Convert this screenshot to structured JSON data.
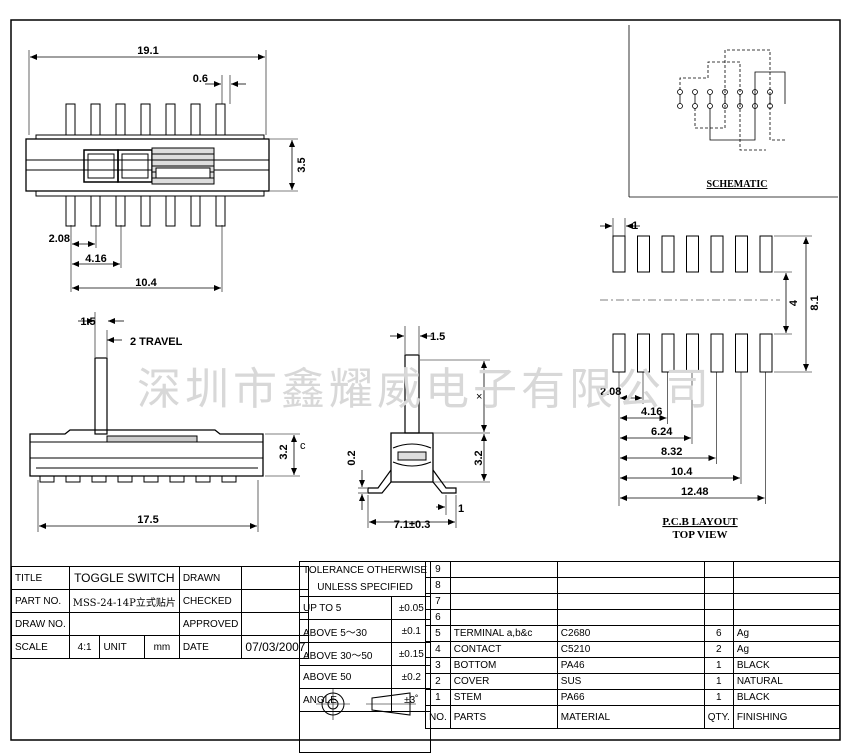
{
  "watermark": "深圳市鑫耀威电子有限公司",
  "dims": {
    "top_width": "19.1",
    "pin_width": "0.6",
    "height": "3.5",
    "pitch": "2.08",
    "pitch2": "4.16",
    "span": "10.4",
    "actuator": "1.5",
    "travel": "2 TRAVEL",
    "side_height": "3.2",
    "side_length": "17.5",
    "end_actuator": "1.5",
    "end_gap": "0.2",
    "end_height": "3.2",
    "end_foot": "1",
    "end_width": "7.1±0.3",
    "x_mark": "×",
    "dim_c": "c"
  },
  "schematic_label": "SCHEMATIC",
  "pcb": {
    "pad": "1",
    "row_gap": "4",
    "total": "8.1",
    "offsets": [
      "2.08",
      "4.16",
      "6.24",
      "8.32",
      "10.4",
      "12.48"
    ],
    "label1": "P.C.B LAYOUT",
    "label2": "TOP VIEW"
  },
  "title_block": {
    "title_label": "TITLE",
    "title_value": "TOGGLE SWITCH",
    "drawn_label": "DRAWN",
    "partno_label": "PART NO.",
    "partno_value": "MSS-24-14P立式贴片",
    "checked_label": "CHECKED",
    "drawno_label": "DRAW NO.",
    "approved_label": "APPROVED",
    "scale_label": "SCALE",
    "scale_value": "4:1",
    "unit_label": "UNIT",
    "unit_value": "mm",
    "date_label": "DATE",
    "date_value": "07/03/2007"
  },
  "tolerance": {
    "heading1": "TOLERANCE OTHERWISE",
    "heading2": "UNLESS SPECIFIED",
    "rows": [
      {
        "range": "UP TO 5",
        "tol": "±0.05"
      },
      {
        "range": "ABOVE 5～30",
        "tol": "±0.1"
      },
      {
        "range": "ABOVE 30～50",
        "tol": "±0.15"
      },
      {
        "range": "ABOVE 50",
        "tol": "±0.2"
      },
      {
        "range": "ANGLE",
        "tol": "±3˚"
      }
    ]
  },
  "parts_header": {
    "no": "NO.",
    "parts": "PARTS",
    "material": "MATERIAL",
    "qty": "QTY.",
    "finishing": "FINISHING"
  },
  "parts": [
    {
      "no": "9",
      "name": "",
      "material": "",
      "qty": "",
      "finish": ""
    },
    {
      "no": "8",
      "name": "",
      "material": "",
      "qty": "",
      "finish": ""
    },
    {
      "no": "7",
      "name": "",
      "material": "",
      "qty": "",
      "finish": ""
    },
    {
      "no": "6",
      "name": "",
      "material": "",
      "qty": "",
      "finish": ""
    },
    {
      "no": "5",
      "name": "TERMINAL a,b&c",
      "material": "C2680",
      "qty": "6",
      "finish": "Ag"
    },
    {
      "no": "4",
      "name": "CONTACT",
      "material": "C5210",
      "qty": "2",
      "finish": "Ag"
    },
    {
      "no": "3",
      "name": "BOTTOM",
      "material": "PA46",
      "qty": "1",
      "finish": "BLACK"
    },
    {
      "no": "2",
      "name": "COVER",
      "material": "SUS",
      "qty": "1",
      "finish": "NATURAL"
    },
    {
      "no": "1",
      "name": "STEM",
      "material": "PA66",
      "qty": "1",
      "finish": "BLACK"
    }
  ]
}
